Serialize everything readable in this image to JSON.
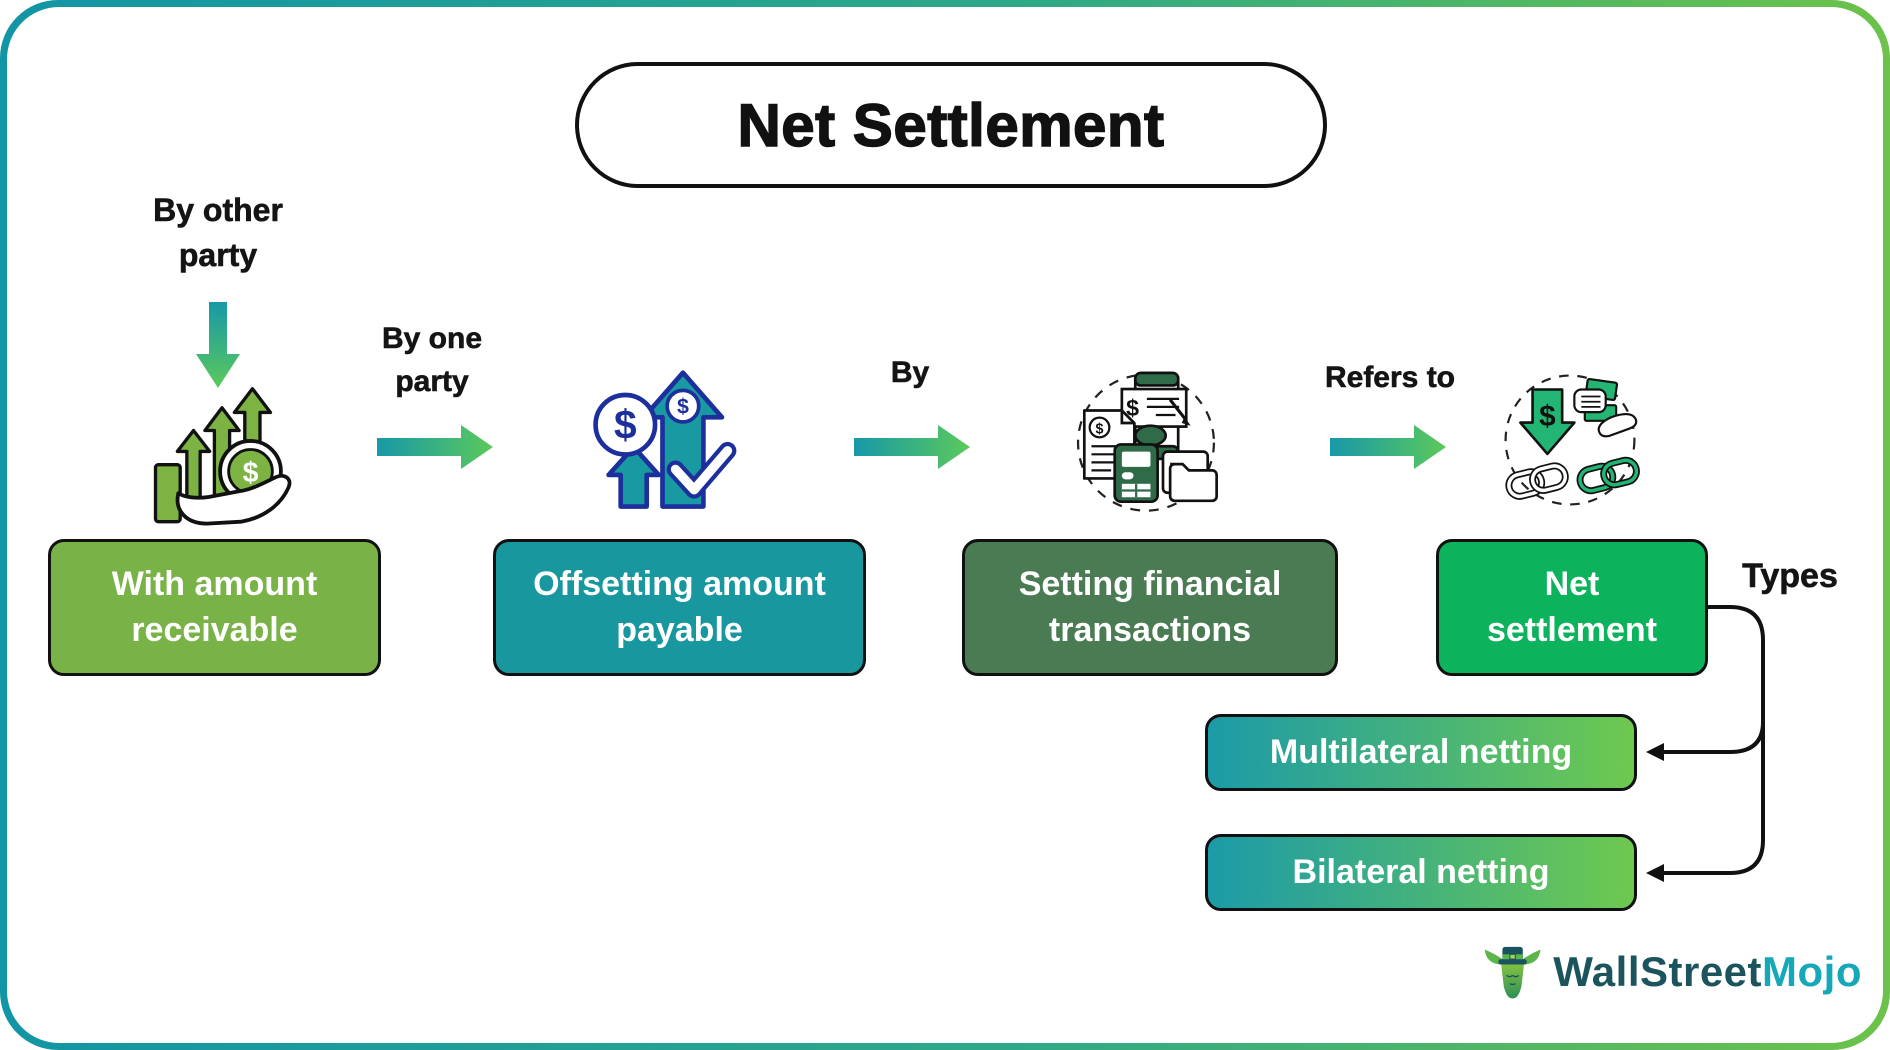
{
  "title": "Net Settlement",
  "flow": {
    "entry_label": "By other party",
    "steps": [
      {
        "box": "With amount receivable",
        "icon": "hand-receiving-growth-arrows-icon"
      },
      {
        "arrow_label": "By one party",
        "box": "Offsetting amount payable",
        "icon": "up-arrows-dollar-check-icon"
      },
      {
        "arrow_label": "By",
        "box": "Setting financial transactions",
        "icon": "invoice-calculator-folder-icon"
      },
      {
        "arrow_label": "Refers to",
        "box": "Net settlement",
        "icon": "payment-broken-chain-icon"
      }
    ]
  },
  "types": {
    "label": "Types",
    "items": [
      {
        "label": "Multilateral netting"
      },
      {
        "label": "Bilateral netting"
      }
    ]
  },
  "logo": {
    "part1": "WallStreet",
    "part2": "Mojo",
    "mascot": "bull-with-top-hat-icon"
  },
  "colors": {
    "frame_gradient_start": "#1295A5",
    "frame_gradient_end": "#6CC24A",
    "arrow_gradient_start": "#1898A8",
    "arrow_gradient_end": "#5BC95B",
    "box_receivable": "#79B247",
    "box_payable": "#18979F",
    "box_transactions": "#4A7B52",
    "box_net_settlement": "#0CB25C",
    "type_box_gradient_start": "#1C9BA8",
    "type_box_gradient_end": "#6EC94F",
    "icon_navy": "#1C2F9C",
    "icon_green": "#7CB342",
    "icon_dark_green": "#2F6B48",
    "icon_bright_green": "#22B573",
    "logo_primary": "#1C545E",
    "logo_secondary": "#16A8B8"
  }
}
